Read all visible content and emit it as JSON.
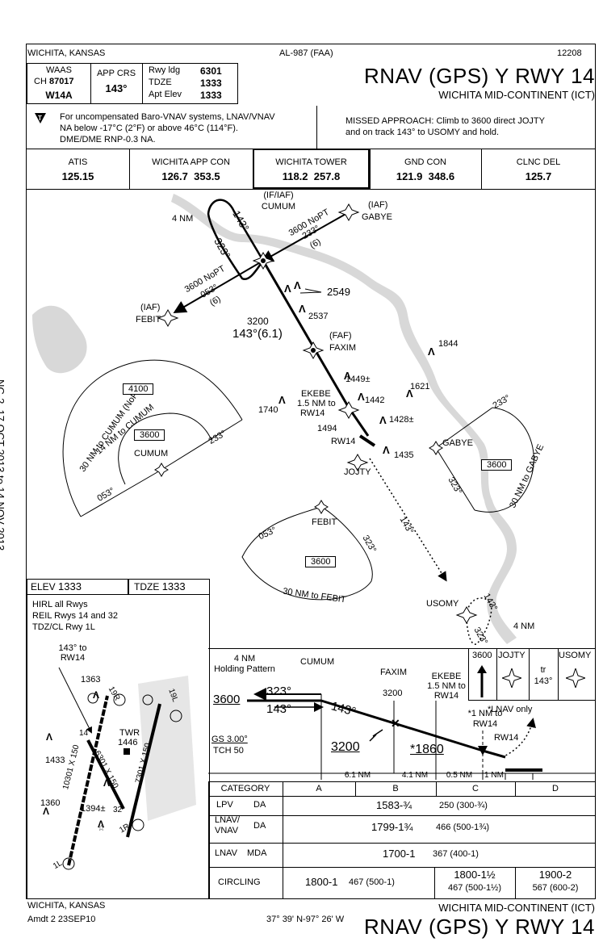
{
  "header": {
    "location": "WICHITA, KANSAS",
    "chart_id": "AL-987 (FAA)",
    "date_code": "12208",
    "title": "RNAV (GPS) Y RWY 14",
    "airport": "WICHITA MID-CONTINENT (ICT)"
  },
  "info_box": {
    "waas_label": "WAAS",
    "ch_label": "CH",
    "ch_value": "87017",
    "waas_id": "W14A",
    "app_crs_label": "APP CRS",
    "app_crs_value": "143°",
    "rwy_ldg_label": "Rwy ldg",
    "rwy_ldg_value": "6301",
    "tdze_label": "TDZE",
    "tdze_value": "1333",
    "apt_elev_label": "Apt Elev",
    "apt_elev_value": "1333"
  },
  "notes": {
    "line1": "For uncompensated Baro-VNAV systems, LNAV/VNAV",
    "line2": "NA below -17°C (2°F) or above 46°C (114°F).",
    "line3": "DME/DME RNP-0.3 NA.",
    "missed1": "MISSED APPROACH:  Climb to 3600 direct JOJTY",
    "missed2": "and on track 143° to USOMY and hold."
  },
  "comms": [
    {
      "name": "ATIS",
      "freq": "125.15"
    },
    {
      "name": "WICHITA APP CON",
      "freq": "126.7  353.5"
    },
    {
      "name": "WICHITA TOWER",
      "freq": "118.2  257.8"
    },
    {
      "name": "GND CON",
      "freq": "121.9  348.6"
    },
    {
      "name": "CLNC DEL",
      "freq": "125.7"
    }
  ],
  "plan_view": {
    "side_text": "NC-2, 17 OCT 2013 to 14 NOV 2013",
    "cumum_label": "CUMUM",
    "cumum_role": "(IF/IAF)",
    "gabye_label": "GABYE",
    "gabye_role": "(IAF)",
    "febit_label": "FEBIT",
    "febit_role": "(IAF)",
    "faxim_label": "FAXIM",
    "faxim_role": "(FAF)",
    "ekebe_label": "EKEBE",
    "ekebe_dist": "1.5 NM to",
    "ekebe_rw": "RW14",
    "jojty_label": "JOJTY",
    "usomy_label": "USOMY",
    "rw14_label": "RW14",
    "hold_4nm": "4 NM",
    "hold_4nm_usomy": "4 NM",
    "crs_143": "143°",
    "crs_323": "323°",
    "gabye_nopt": "3600 NoPT",
    "gabye_crs": "233°",
    "gabye_dist": "(6)",
    "febit_nopt": "3600 NoPT",
    "febit_crs": "053°",
    "febit_dist": "(6)",
    "seg_alt": "3200",
    "seg_crs": "143°(6.1)",
    "obs_2549": "2549",
    "obs_2537": "2537",
    "obs_1844": "1844",
    "obs_1621": "1621",
    "obs_1449": "1449±",
    "obs_1442": "1442",
    "obs_1740": "1740",
    "obs_1494": "1494",
    "obs_1428": "1428±",
    "obs_1435": "1435",
    "taa_cumum_outer": "30 NM to CUMUM (NoPT)",
    "taa_cumum_inner": "14 NM to CUMUM",
    "taa_4100": "4100",
    "taa_3600_cumum": "3600",
    "taa_cumum_name": "CUMUM",
    "taa_cumum_053": "053°",
    "taa_cumum_233": "233°",
    "taa_gabye_233": "233°",
    "taa_gabye_323": "323°",
    "taa_gabye_name": "GABYE",
    "taa_gabye_3600": "3600",
    "taa_gabye_dist": "30 NM to GABYE",
    "taa_febit_name": "FEBIT",
    "taa_febit_053": "053°",
    "taa_febit_323": "323°",
    "taa_febit_3600": "3600",
    "taa_febit_dist": "30 NM to FEBIT",
    "usomy_143": "143°",
    "usomy_323": "323°"
  },
  "airport": {
    "elev_label": "ELEV",
    "elev_value": "1333",
    "tdze_label": "TDZE",
    "tdze_value": "1333",
    "note1": "HIRL all Rwys",
    "note2": "REIL Rwys 14 and 32",
    "note3": "TDZ/CL Rwy 1L",
    "crs_note1": "143° to",
    "crs_note2": "RW14",
    "obs_1363": "1363",
    "obs_1446": "1446",
    "obs_1433": "1433",
    "obs_1360": "1360",
    "obs_1394": "1394±",
    "twr": "TWR",
    "rwy_19r": "19R",
    "rwy_19l": "19L",
    "rwy_1l": "1L",
    "rwy_1r": "1R",
    "rwy_14": "14",
    "rwy_32": "32",
    "rwy_a": "10301 X 150",
    "rwy_b": "6301 X 150",
    "rwy_c": "7301 X 150"
  },
  "profile": {
    "hold_title1": "4 NM",
    "hold_title2": "Holding Pattern",
    "cumum": "CUMUM",
    "faxim": "FAXIM",
    "faxim_alt": "3200",
    "ekebe": "EKEBE",
    "ekebe_dist1": "1.5 NM to",
    "ekebe_dist2": "RW14",
    "alt_3600": "3600",
    "crs_323": "323°",
    "crs_143a": "143°",
    "crs_143b": "143°",
    "gs": "GS 3.00°",
    "tch": "TCH 50",
    "alt_3200": "3200",
    "alt_1860": "*1860",
    "note_1nm1": "*1 NM to",
    "note_1nm2": "RW14",
    "lnav_only": "*LNAV only",
    "rw14": "RW14",
    "dist_1": "6.1 NM",
    "dist_2": "4.1 NM",
    "dist_3": "0.5 NM",
    "dist_4": "1 NM",
    "ma_3600": "3600",
    "ma_jojty": "JOJTY",
    "ma_tr": "tr",
    "ma_143": "143°",
    "ma_usomy": "USOMY"
  },
  "minimums": {
    "header": [
      "CATEGORY",
      "A",
      "B",
      "C",
      "D"
    ],
    "lpv_label": "LPV",
    "lpv_type": "DA",
    "lpv_value": "1583-¾",
    "lpv_sub": "250 (300-¾)",
    "lnav_vnav_label1": "LNAV/",
    "lnav_vnav_label2": "VNAV",
    "lnav_vnav_type": "DA",
    "lnav_vnav_value": "1799-1¾",
    "lnav_vnav_sub": "466 (500-1¾)",
    "lnav_label": "LNAV",
    "lnav_type": "MDA",
    "lnav_value": "1700-1",
    "lnav_sub": "367 (400-1)",
    "circling_label": "CIRCLING",
    "circ_ab_value": "1800-1",
    "circ_ab_sub": "467 (500-1)",
    "circ_c_value": "1800-1½",
    "circ_c_sub": "467 (500-1½)",
    "circ_d_value": "1900-2",
    "circ_d_sub": "567 (600-2)"
  },
  "footer": {
    "location": "WICHITA, KANSAS",
    "amendment": "Amdt 2  23SEP10",
    "coords": "37° 39' N-97° 26' W",
    "airport": "WICHITA MID-CONTINENT (ICT)",
    "title": "RNAV (GPS) Y RWY 14"
  }
}
